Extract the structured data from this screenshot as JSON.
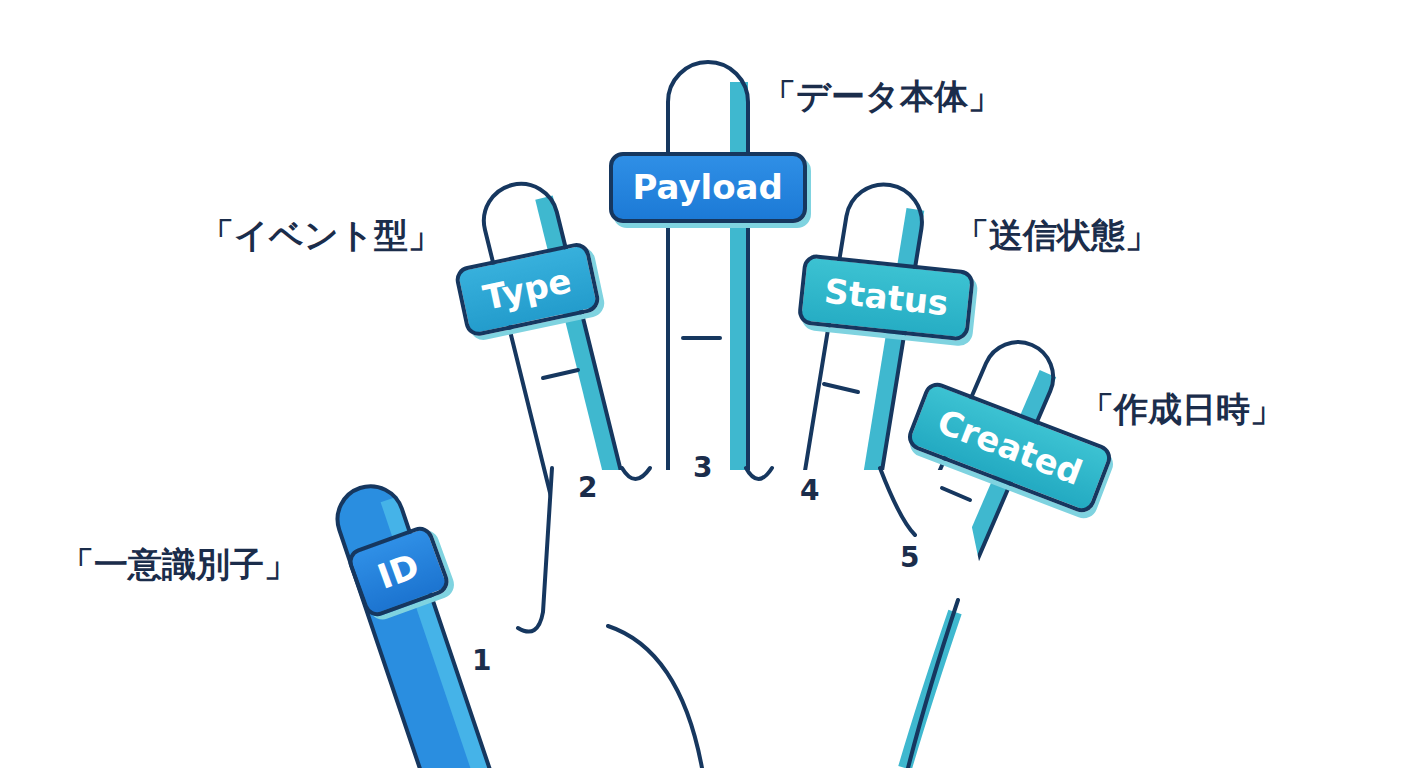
{
  "diagram": {
    "nodes": [
      {
        "text": [
          "ID"
        ]
      },
      {
        "text": [
          "Type"
        ]
      },
      {
        "text": [
          "Payload"
        ]
      },
      {
        "text": [
          "Status"
        ]
      },
      {
        "text": [
          "Created"
        ]
      }
    ],
    "labels": [
      "「データ本体」",
      "「イベント型」",
      "「送信状態」",
      "「作成日時」",
      "「一意識別子」",
      "1",
      "2",
      "3",
      "4",
      "5"
    ]
  }
}
